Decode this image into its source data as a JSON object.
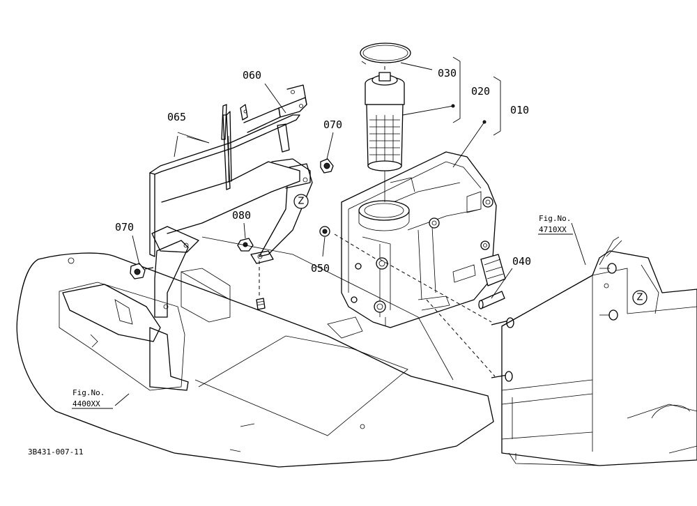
{
  "labels": {
    "p010": "010",
    "p020": "020",
    "p030": "030",
    "p040": "040",
    "p050": "050",
    "p060": "060",
    "p065": "065",
    "p070_right": "070",
    "p070_left": "070",
    "p080": "080"
  },
  "refs": {
    "fig_4710_title": "Fig.No.",
    "fig_4710_num": "4710XX",
    "fig_4400_title": "Fig.No.",
    "fig_4400_num": "4400XX"
  },
  "markers": {
    "z1": "Z",
    "z2": "Z"
  },
  "drawing_number": "3B431-007-11"
}
